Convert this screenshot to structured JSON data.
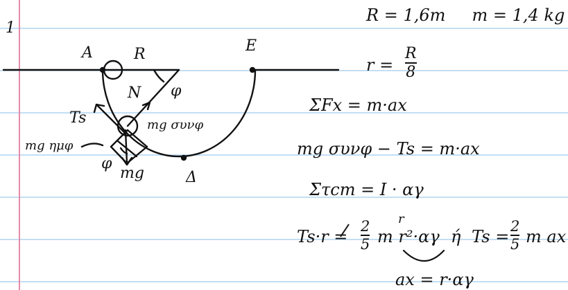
{
  "colors": {
    "ruled_line": "#9fc9ec",
    "margin_line": "#e58aa8",
    "ink": "#111111"
  },
  "page": {
    "corner_mark": "1"
  },
  "diagram": {
    "labels": {
      "A": "A",
      "R": "R",
      "E": "E",
      "N": "N",
      "phi_top": "φ",
      "phi_bottom": "φ",
      "Ts": "Ts",
      "mg": "mg",
      "mg_cos": "mg συνφ",
      "mg_sin": "mg ημφ",
      "Delta": "Δ"
    }
  },
  "equations": {
    "given": "R = 1,6m     m = 1,4 kg",
    "r_lhs": "r =",
    "r_num": "R",
    "r_den": "8",
    "sum_fx": "ΣFx = m·ax",
    "force_eq": "mg συνφ − Ts = m·ax",
    "sum_torque": "Στcm = I · αγ",
    "torque_lhs": "Ts·r =",
    "torque_frac1_num": "2",
    "torque_frac1_den": "5",
    "torque_rhs1": "m r²·αγ",
    "connector": "ή",
    "torque_lhs2": "Ts =",
    "torque_frac2_num": "2",
    "torque_frac2_den": "5",
    "torque_rhs2": "m ax",
    "superscript_r": "r",
    "rolling": "ax = r·αγ"
  }
}
